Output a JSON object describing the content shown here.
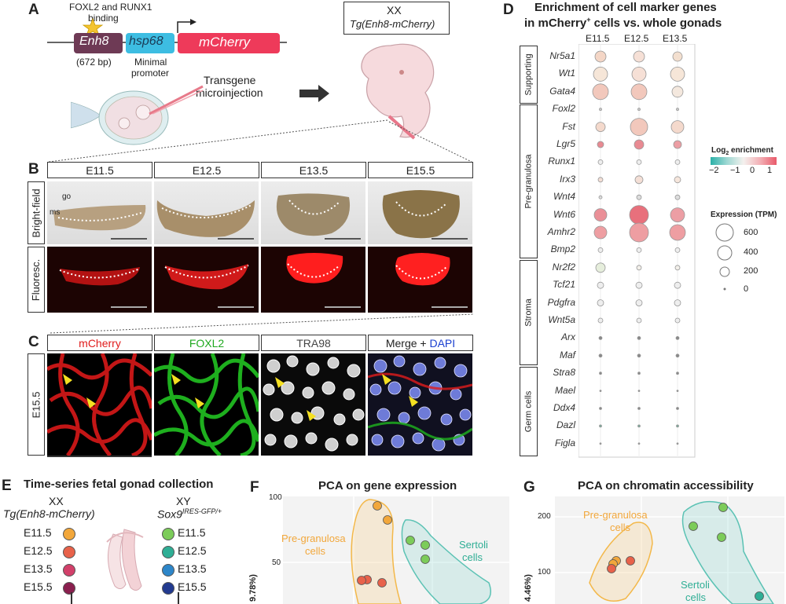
{
  "panels": {
    "A": "A",
    "B": "B",
    "C": "C",
    "D": "D",
    "E": "E",
    "F": "F",
    "G": "G"
  },
  "panelA": {
    "binding_label_1": "FOXL2 and RUNX1",
    "binding_label_2": "binding",
    "enh8": "Enh8",
    "enh8_size": "(672 bp)",
    "hsp68": "hsp68",
    "minimal_promoter_1": "Minimal",
    "minimal_promoter_2": "promoter",
    "mcherry": "mCherry",
    "transgene_1": "Transgene",
    "transgene_2": "microinjection",
    "xx": "XX",
    "tg": "Tg(Enh8-mCherry)"
  },
  "panelB": {
    "stages": [
      "E11.5",
      "E12.5",
      "E13.5",
      "E15.5"
    ],
    "row_bright": "Bright-field",
    "row_fluor": "Fluoresc.",
    "go": "go",
    "ms": "ms"
  },
  "panelC": {
    "channels": [
      "mCherry",
      "FOXL2",
      "TRA98",
      "Merge + ",
      "DAPI"
    ],
    "row_label": "E15.5"
  },
  "panelD": {
    "title_1": "Enrichment of cell marker genes",
    "title_2": "in mCherry",
    "title_sup": "+",
    "title_3": " cells vs. whole gonads",
    "columns": [
      "E11.5",
      "E12.5",
      "E13.5"
    ],
    "groups": [
      "Supporting",
      "Pre-granulosa",
      "Stroma",
      "Germ cells"
    ],
    "genes": [
      "Nr5a1",
      "Wt1",
      "Gata4",
      "Foxl2",
      "Fst",
      "Lgr5",
      "Runx1",
      "Irx3",
      "Wnt4",
      "Wnt6",
      "Amhr2",
      "Bmp2",
      "Nr2f2",
      "Tcf21",
      "Pdgfra",
      "Wnt5a",
      "Arx",
      "Maf",
      "Stra8",
      "Mael",
      "Ddx4",
      "Dazl",
      "Figla"
    ],
    "legend_color_title": "Log",
    "legend_color_sub": "2",
    "legend_color_title2": " enrichment",
    "legend_color_ticks": [
      "−2",
      "−1",
      "0",
      "1"
    ],
    "legend_size_title": "Expression (TPM)",
    "legend_size_ticks": [
      "600",
      "400",
      "200",
      "0"
    ],
    "colors": {
      "low": "#3fb8b0",
      "mid": "#f2f2f0",
      "high": "#e85a6a"
    }
  },
  "panelE": {
    "title": "Time-series fetal gonad collection",
    "xx": "XX",
    "xx_tg": "Tg(Enh8-mCherry)",
    "xy": "XY",
    "xy_tg": "Sox9",
    "xy_sup": "IRES-GFP/+",
    "stages": [
      "E11.5",
      "E12.5",
      "E13.5",
      "E15.5"
    ],
    "xx_colors": [
      "#f2a73b",
      "#e8624a",
      "#d2406a",
      "#8a1f4e"
    ],
    "xy_colors": [
      "#7ccc5a",
      "#2fae95",
      "#2d86c9",
      "#223a8f"
    ]
  },
  "panelF": {
    "title": "PCA on gene expression",
    "ylabel": "9.78%)",
    "yticks": [
      "100",
      "50"
    ],
    "label_pg_1": "Pre-granulosa",
    "label_pg_2": "cells",
    "label_s_1": "Sertoli",
    "label_s_2": "cells"
  },
  "panelG": {
    "title": "PCA on chromatin accessibility",
    "ylabel": "4.46%)",
    "yticks": [
      "200",
      "100"
    ],
    "label_pg_1": "Pre-granulosa",
    "label_pg_2": "cells",
    "label_s_1": "Sertoli",
    "label_s_2": "cells"
  }
}
